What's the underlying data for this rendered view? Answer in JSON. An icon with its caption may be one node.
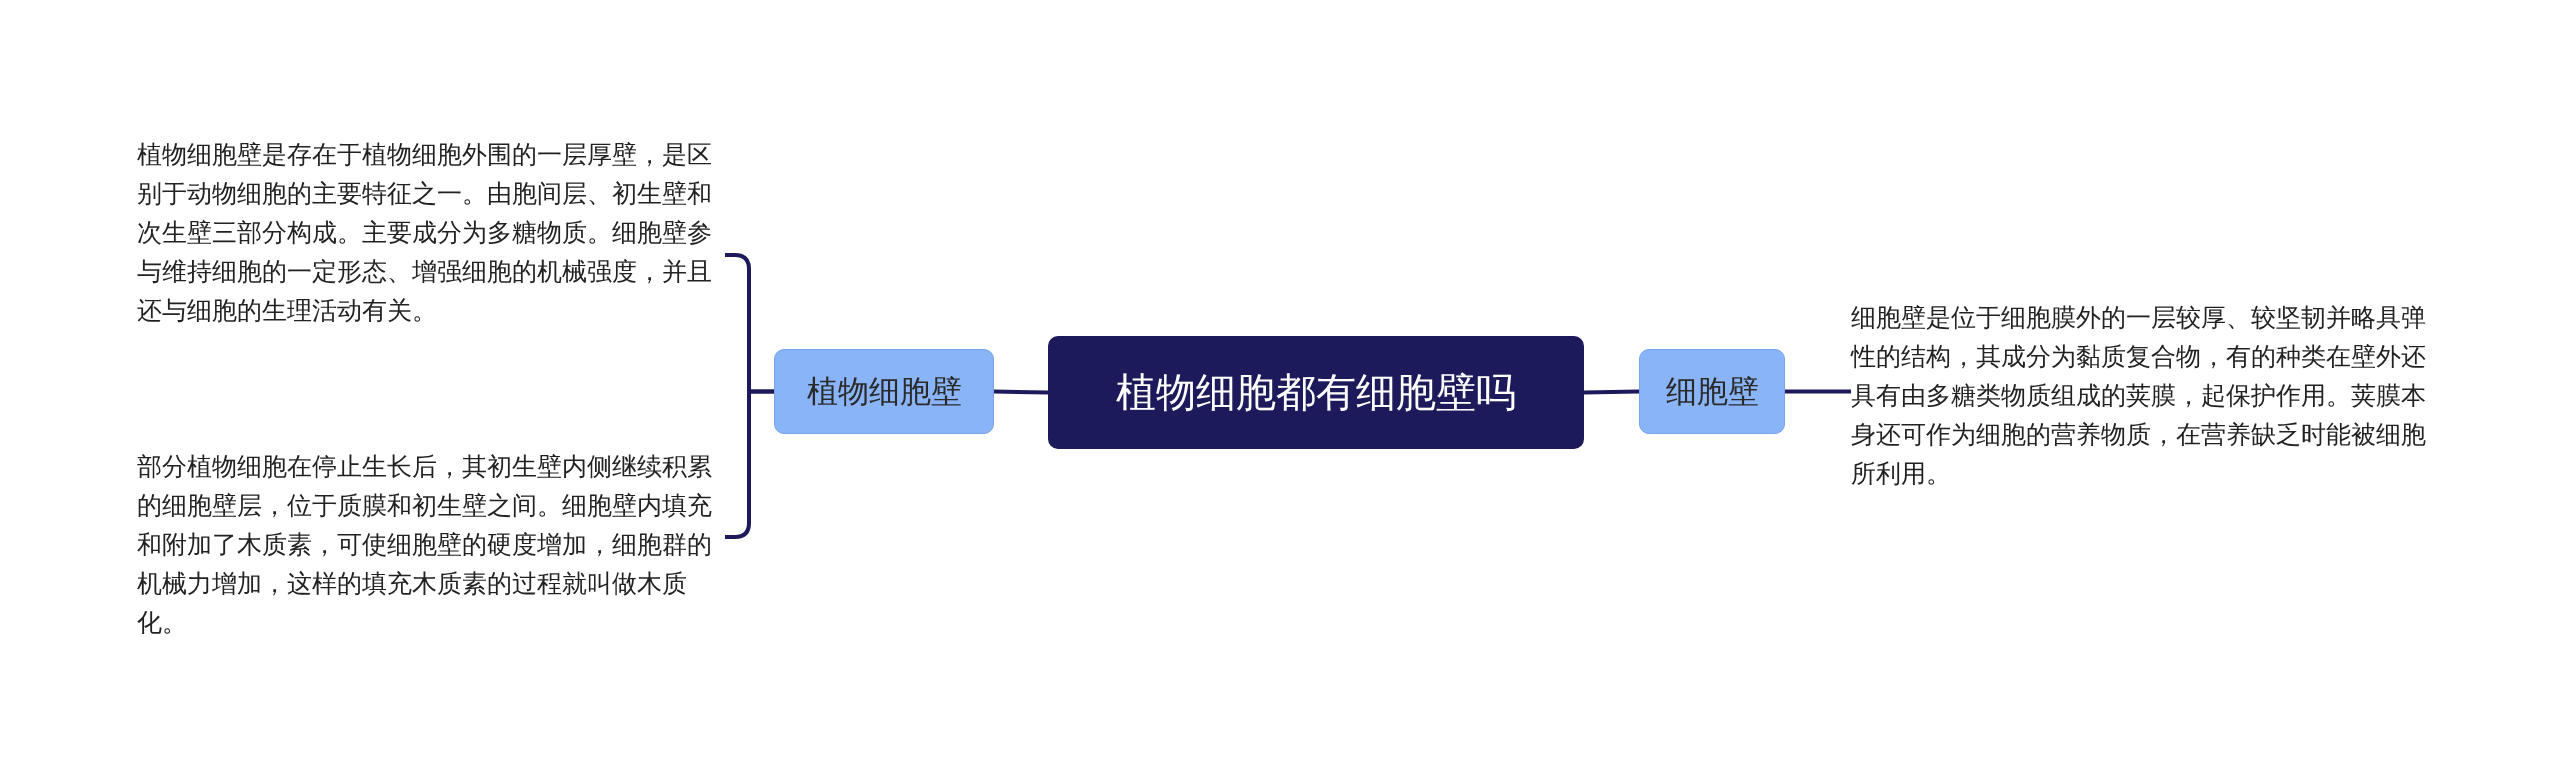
{
  "diagram": {
    "nodes": [
      {
        "text": [
          "植物细胞都有细胞壁吗"
        ]
      },
      {
        "text": [
          "植物细胞壁"
        ]
      },
      {
        "text": [
          "植物细胞壁是存在于植物细胞外围的一层厚壁，是区别于动物细胞的主要特征之一。由胞间层、初生壁和次生壁三部分构成。主要成分为多糖物质。细胞壁参与维持细胞的一定形态、增强细胞的机械强度，并且还与细胞的生理活动有关。"
        ]
      },
      {
        "text": [
          "部分植物细胞在停止生长后，其初生壁内侧继续积累的细胞壁层，位于质膜和初生壁之间。细胞壁内填充和附加了木质素，可使细胞壁的硬度增加，细胞群的机械力增加，这样的填充木质素的过程就叫做木质化。"
        ]
      },
      {
        "text": [
          "细胞壁"
        ]
      },
      {
        "text": [
          "细胞壁是位于细胞膜外的一层较厚、较坚韧并略具弹性的结构，其成分为黏质复合物，有的种类在壁外还具有由多糖类物质组成的荚膜，起保护作用。荚膜本身还可作为细胞的营养物质，在营养缺乏时能被细胞所利用。"
        ]
      }
    ],
    "edges": [
      {
        "from": 0,
        "to": 1,
        "arrow": "none"
      },
      {
        "from": 1,
        "to": 2,
        "arrow": "none"
      },
      {
        "from": 1,
        "to": 3,
        "arrow": "none"
      },
      {
        "from": 0,
        "to": 4,
        "arrow": "none"
      },
      {
        "from": 4,
        "to": 5,
        "arrow": "none"
      }
    ]
  }
}
